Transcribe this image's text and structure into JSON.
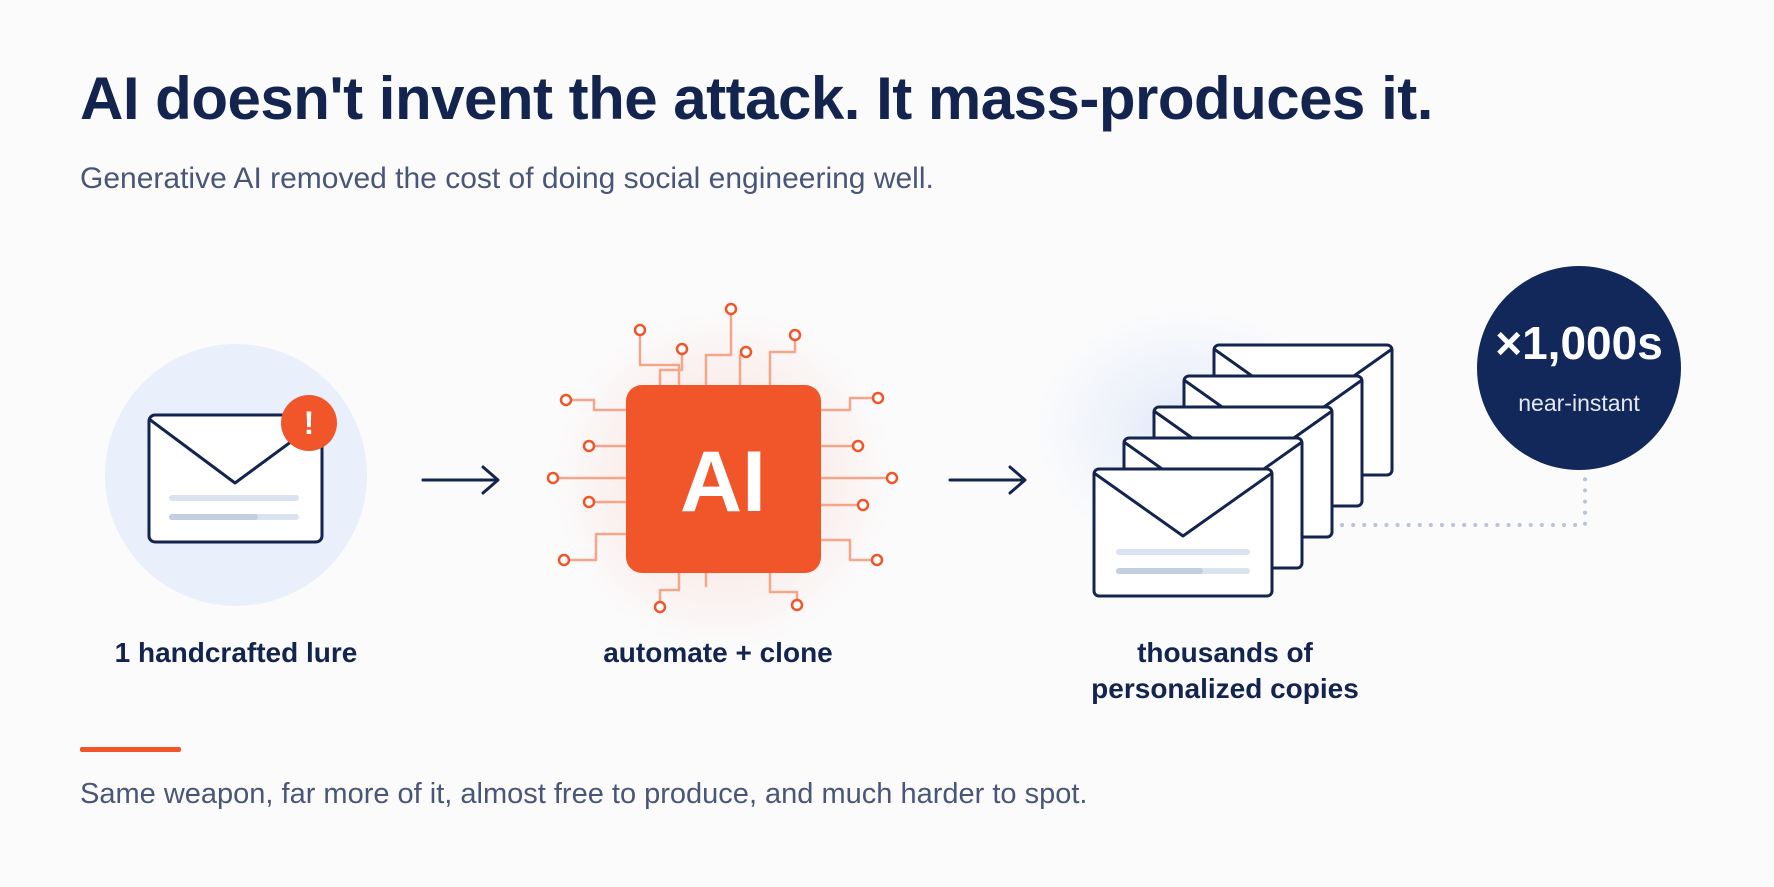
{
  "header": {
    "title": "AI doesn't invent the attack. It mass-produces it.",
    "subtitle": "Generative AI removed the cost of doing social engineering well."
  },
  "steps": [
    {
      "label": "1 handcrafted lure",
      "icon": "envelope-alert-icon"
    },
    {
      "label": "automate + clone",
      "icon": "ai-chip-icon"
    },
    {
      "label": "thousands of\npersonalized copies",
      "icon": "envelope-stack-icon"
    }
  ],
  "chip": {
    "text": "AI"
  },
  "alert": {
    "glyph": "!"
  },
  "callout": {
    "value": "×1,000s",
    "caption": "near-instant"
  },
  "footer": {
    "text": "Same weapon, far more of it, almost free to produce, and much harder to spot."
  },
  "colors": {
    "navy": "#13244f",
    "accent": "#f1552a",
    "muted_text": "#4a5677",
    "soft_circle": "#e9f0fb",
    "bubble": "#13285a"
  }
}
